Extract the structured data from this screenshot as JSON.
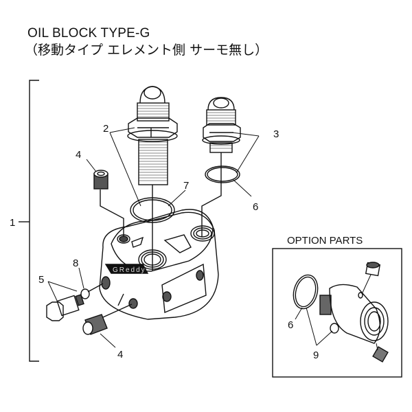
{
  "title": "OIL BLOCK TYPE-G",
  "subtitle": "（移動タイプ エレメント側 サーモ無し）",
  "option_box": {
    "heading": "OPTION PARTS"
  },
  "callouts": {
    "assembly": "1",
    "fitting_large": "2",
    "fitting_small": "3",
    "plug_top": "4",
    "plug_bottom": "4",
    "sensor_fitting": "5",
    "oring_small": "6",
    "oring_large": "7",
    "washer": "8",
    "option_oring": "6",
    "option_parts": "9"
  },
  "logo_text": "GReddy",
  "colors": {
    "line": "#111111",
    "background": "#ffffff"
  }
}
